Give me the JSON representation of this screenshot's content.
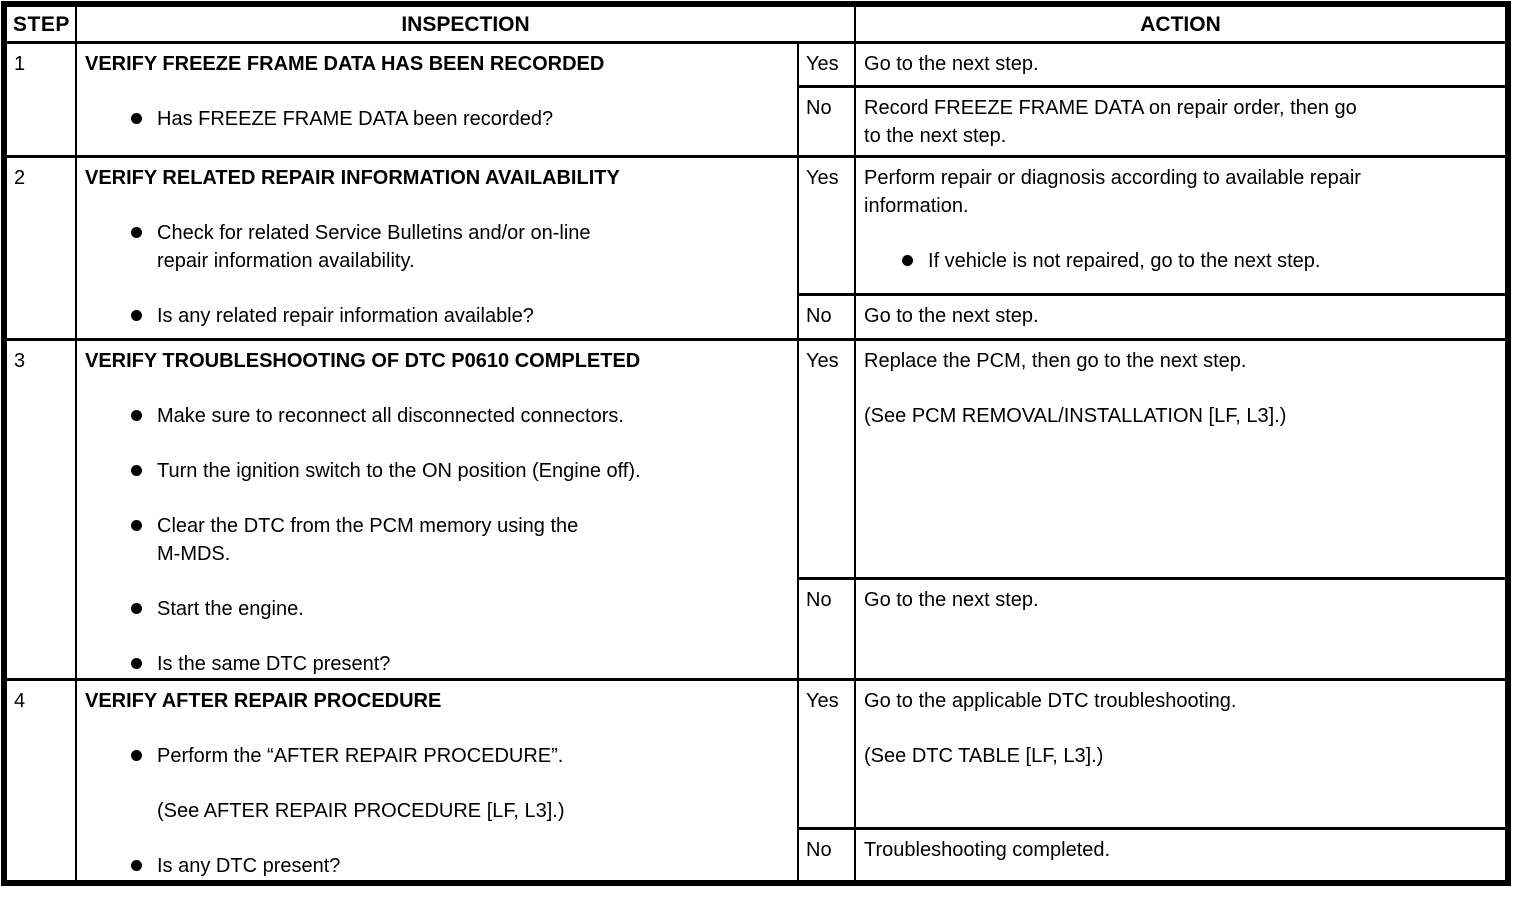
{
  "colors": {
    "background": "#ffffff",
    "text": "#000000",
    "border": "#000000"
  },
  "table": {
    "headers": {
      "step": "STEP",
      "inspection": "INSPECTION",
      "action": "ACTION"
    },
    "rows": [
      {
        "step": "1",
        "title": "VERIFY FREEZE FRAME DATA HAS BEEN RECORDED",
        "items": [
          {
            "type": "bullet",
            "text": "Has FREEZE FRAME DATA been recorded?"
          }
        ],
        "yes": {
          "label": "Yes",
          "blocks": [
            {
              "type": "text",
              "text": "Go to the next step."
            }
          ]
        },
        "no": {
          "label": "No",
          "blocks": [
            {
              "type": "text",
              "text": "Record FREEZE FRAME DATA on repair order, then go\nto the next step."
            }
          ]
        }
      },
      {
        "step": "2",
        "title": "VERIFY RELATED REPAIR INFORMATION AVAILABILITY",
        "items": [
          {
            "type": "bullet",
            "text": "Check for related Service Bulletins and/or on-line\nrepair information availability."
          },
          {
            "type": "bullet",
            "text": "Is any related repair information available?"
          }
        ],
        "yes": {
          "label": "Yes",
          "blocks": [
            {
              "type": "text",
              "text": "Perform repair or diagnosis according to available repair\ninformation."
            },
            {
              "type": "bullet",
              "text": "If vehicle is not repaired, go to the next step."
            }
          ]
        },
        "no": {
          "label": "No",
          "blocks": [
            {
              "type": "text",
              "text": "Go to the next step."
            }
          ]
        }
      },
      {
        "step": "3",
        "title": "VERIFY TROUBLESHOOTING OF DTC P0610 COMPLETED",
        "items": [
          {
            "type": "bullet",
            "text": "Make sure to reconnect all disconnected connectors."
          },
          {
            "type": "bullet",
            "text": "Turn the ignition switch to the ON position (Engine off)."
          },
          {
            "type": "bullet",
            "text": "Clear the DTC from the PCM memory using the\nM-MDS."
          },
          {
            "type": "bullet",
            "text": "Start the engine."
          },
          {
            "type": "bullet",
            "text": "Is the same DTC present?"
          }
        ],
        "yes": {
          "label": "Yes",
          "blocks": [
            {
              "type": "text",
              "text": "Replace the PCM, then go to the next step."
            },
            {
              "type": "text",
              "text": "(See PCM REMOVAL/INSTALLATION [LF, L3].)"
            }
          ]
        },
        "no": {
          "label": "No",
          "blocks": [
            {
              "type": "text",
              "text": "Go to the next step."
            }
          ]
        }
      },
      {
        "step": "4",
        "title": "VERIFY AFTER REPAIR PROCEDURE",
        "items": [
          {
            "type": "bullet",
            "text": "Perform the “AFTER REPAIR PROCEDURE”."
          },
          {
            "type": "note",
            "text": "(See AFTER REPAIR PROCEDURE [LF, L3].)"
          },
          {
            "type": "bullet",
            "text": "Is any DTC present?"
          }
        ],
        "yes": {
          "label": "Yes",
          "blocks": [
            {
              "type": "text",
              "text": "Go to the applicable DTC troubleshooting."
            },
            {
              "type": "text",
              "text": "(See DTC TABLE [LF, L3].)"
            }
          ]
        },
        "no": {
          "label": "No",
          "blocks": [
            {
              "type": "text",
              "text": "Troubleshooting completed."
            }
          ]
        }
      }
    ]
  }
}
